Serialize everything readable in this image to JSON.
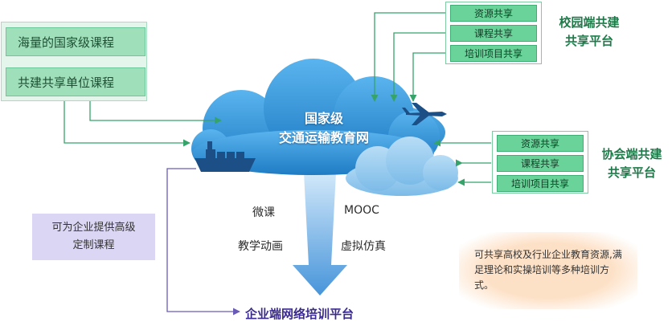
{
  "left_group": {
    "items": [
      "海量的国家级课程",
      "共建共享单位课程"
    ]
  },
  "campus": {
    "items": [
      "资源共享",
      "课程共享",
      "培训项目共享"
    ],
    "title_line1": "校园端共建",
    "title_line2": "共享平台"
  },
  "association": {
    "items": [
      "资源共享",
      "课程共享",
      "培训项目共享"
    ],
    "title_line1": "协会端共建",
    "title_line2": "共享平台"
  },
  "cloud": {
    "line1": "国家级",
    "line2": "交通运输教育网"
  },
  "features": [
    "微课",
    "MOOC",
    "教学动画",
    "虚拟仿真"
  ],
  "purple_box": {
    "line1": "可为企业提供高级",
    "line2": "定制课程"
  },
  "orange_box": {
    "text": "可共享高校及行业企业教育资源,满足理论和实操培训等多种培训方式。"
  },
  "bottom_title": "企业端网络培训平台",
  "colors": {
    "green_arrow": "#35a36a",
    "cloud_blue": "#2f8fd4",
    "purple_line": "#6a5ab8",
    "bottom_title": "#3b2a8f",
    "orange_box": "#fde1c7"
  }
}
